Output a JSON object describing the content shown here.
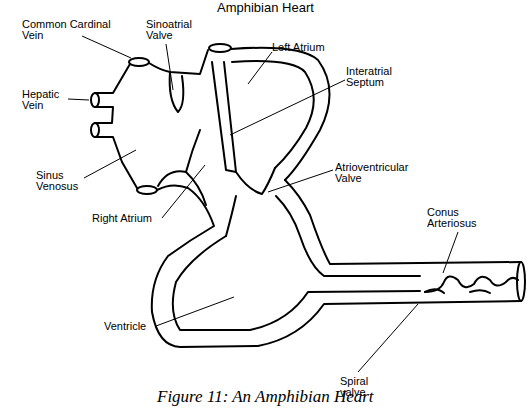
{
  "diagram": {
    "title": "Amphibian Heart",
    "caption": "Figure 11: An Amphibian Heart",
    "labels": [
      "Common Cardinal Vein",
      "Sinoatrial Valve",
      "Left Atrium",
      "Hepatic Vein",
      "Interatrial Septum",
      "Sinus Venosus",
      "Atrioventricular Valve",
      "Right Atrium",
      "Conus Arteriosus",
      "Ventricle",
      "Spiral valve"
    ]
  }
}
